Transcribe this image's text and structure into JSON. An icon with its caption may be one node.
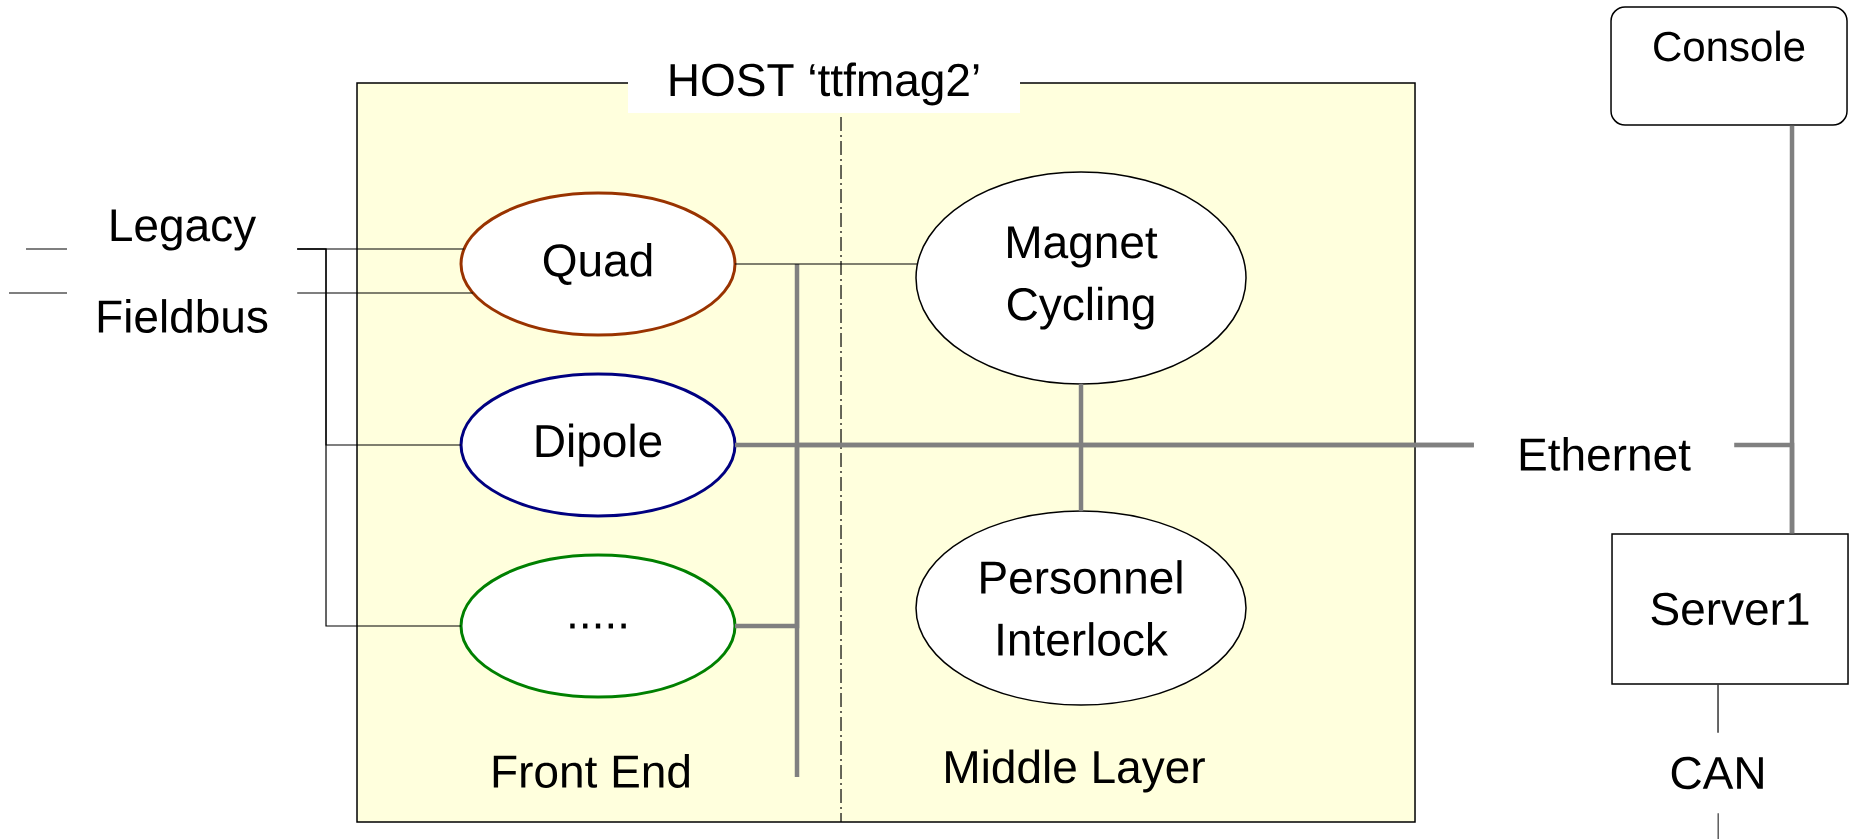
{
  "diagram": {
    "nodes": [
      {
        "text": [
          "HOST ‘ttfmag2’",
          "Front End",
          "Middle Layer"
        ]
      },
      {
        "text": [
          "Console"
        ]
      },
      {
        "text": [
          "Legacy"
        ]
      },
      {
        "text": [
          "Fieldbus"
        ]
      },
      {
        "text": [
          "Quad"
        ],
        "in": 0
      },
      {
        "text": [
          "Magnet Cycling"
        ],
        "in": 0
      },
      {
        "text": [
          "Dipole"
        ],
        "in": 0
      },
      {
        "text": [
          "Ethernet"
        ]
      },
      {
        "text": [
          "Personnel Interlock"
        ],
        "in": 0
      },
      {
        "text": [
          "Server1"
        ]
      },
      {
        "text": [
          "....."
        ],
        "in": 0
      },
      {
        "text": [
          "CAN"
        ]
      }
    ],
    "edges": [
      {
        "from": 2,
        "to": 4,
        "arrow": "none"
      },
      {
        "from": 3,
        "to": 4,
        "arrow": "none"
      },
      {
        "from": 2,
        "to": 6,
        "arrow": "none"
      },
      {
        "from": 2,
        "to": 10,
        "arrow": "none"
      },
      {
        "from": 4,
        "to": 5,
        "arrow": "none"
      },
      {
        "from": 6,
        "to": 7,
        "arrow": "none",
        "style": "thick",
        "color": "#808080"
      },
      {
        "from": 10,
        "to": 7,
        "arrow": "none",
        "style": "thick",
        "color": "#808080"
      },
      {
        "from": 5,
        "to": 8,
        "arrow": "none",
        "style": "thick",
        "color": "#808080"
      },
      {
        "from": 1,
        "to": 9,
        "arrow": "none",
        "style": "thick",
        "color": "#808080"
      },
      {
        "from": 7,
        "to": 9,
        "arrow": "none",
        "style": "thick",
        "color": "#808080"
      },
      {
        "from": 9,
        "to": 11,
        "arrow": "none"
      },
      {
        "from": 11,
        "to": null,
        "arrow": "none"
      }
    ]
  }
}
